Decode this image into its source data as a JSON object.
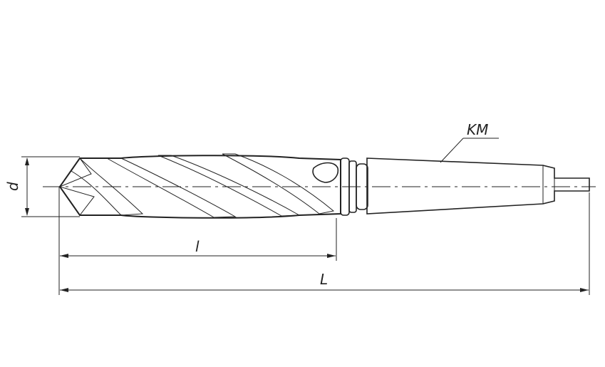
{
  "drawing": {
    "labels": {
      "diameter": "d",
      "flute_length": "l",
      "overall_length": "L",
      "taper": "KM"
    },
    "colors": {
      "line": "#222222",
      "body_fill_light": "#f0f0f0",
      "body_fill_mid": "#bdbdbd",
      "body_fill_dark": "#7a7a7a"
    }
  }
}
